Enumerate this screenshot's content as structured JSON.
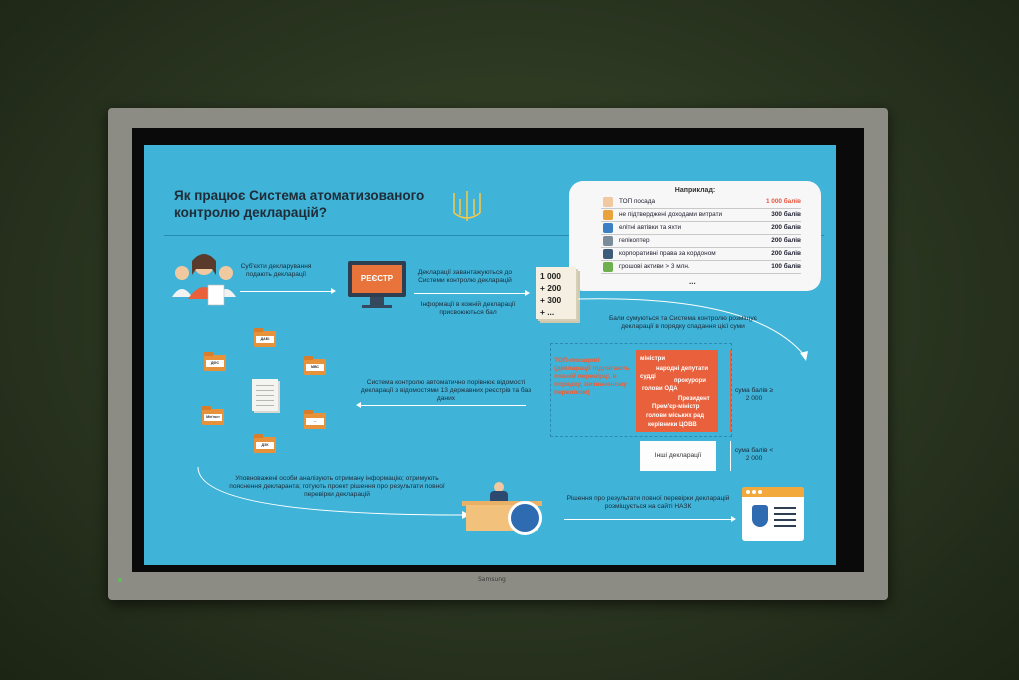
{
  "tv": {
    "brand": "Samsung"
  },
  "slide": {
    "title_line1": "Як працює Система атоматизованого",
    "title_line2": "контролю декларацій?",
    "example": {
      "title": "Наприклад:",
      "rows": [
        {
          "label": "ТОП посада",
          "points": "1 000 балів",
          "highlight": true,
          "icon": "person-icon"
        },
        {
          "label": "не підтверджені доходами витрати",
          "points": "300 балів",
          "highlight": false,
          "icon": "wallet-icon"
        },
        {
          "label": "елітні автівки та яхти",
          "points": "200 балів",
          "highlight": false,
          "icon": "car-icon"
        },
        {
          "label": "гелікоптер",
          "points": "200 балів",
          "highlight": false,
          "icon": "helicopter-icon"
        },
        {
          "label": "корпоративні права за кордоном",
          "points": "200 балів",
          "highlight": false,
          "icon": "building-icon"
        },
        {
          "label": "грошові активи > 3 млн.",
          "points": "100 балів",
          "highlight": false,
          "icon": "money-icon"
        }
      ],
      "ellipsis": "..."
    },
    "step1": "Суб'єкти декларування подають декларації",
    "registry_label": "РЕЄСТР",
    "step2": "Декларації завантажуються до Системи контролю декларацій",
    "step3": "Інформації в кожній декларації присвоюються бал",
    "scores": [
      "1 000",
      "+ 200",
      "+ 300",
      "+ ..."
    ],
    "step4": "Бали сумуються та Система контролю розміщує декларації в порядку спадання цієї суми",
    "step5": "Система контролю автоматично порівнює відомості декларації з відомостями 13 державних реєстрів та баз даних",
    "folders": [
      "ДФС",
      "Мін'юст",
      "ДАБІ",
      "МВС",
      "...",
      "ДЗК"
    ],
    "top_label": "ТОП-посадові (декларації підлягають повній перевірці, в порядку, визначеному переліком)",
    "top_list": [
      "міністри",
      "народні депутати",
      "судді",
      "прокурори",
      "голови ОДА",
      "Президент",
      "Прем'єр-міністр",
      "голови міських рад",
      "керівники ЦОВВ"
    ],
    "sum_high": "сума балів ≥ 2 000",
    "other_declarations": "Інші декларації",
    "sum_low": "сума балів < 2 000",
    "step6": "Уповноважені особи аналізують отриману інформацію; отримують пояснення декларанта; готують проект рішення про результати повної перевірки декларацій",
    "step7": "Рішення про результати повної перевірки декларацій розміщується на сайті НАЗК"
  }
}
